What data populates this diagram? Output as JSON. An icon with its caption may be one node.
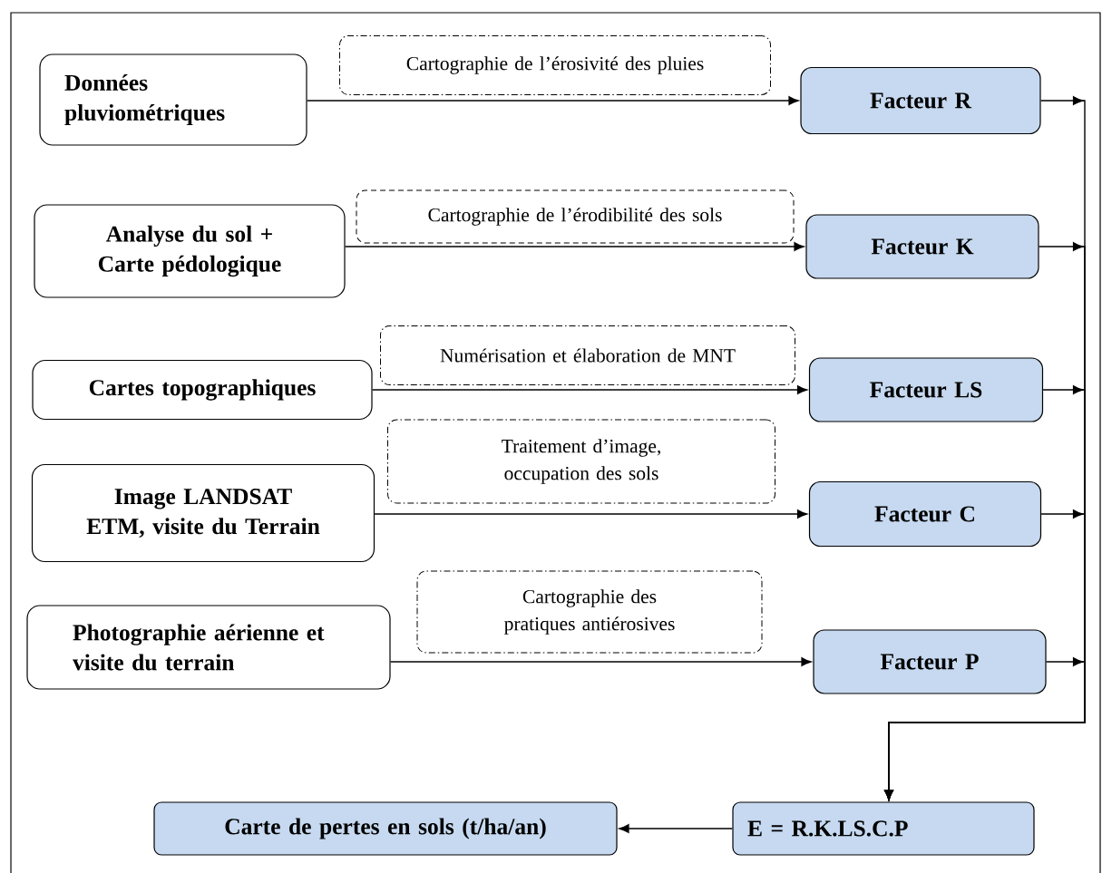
{
  "diagram": {
    "nodes": [
      {
        "text": [
          "Données pluviométriques"
        ]
      },
      {
        "text": [
          "Analyse du sol + Carte pédologique"
        ]
      },
      {
        "text": [
          "Cartes topographiques"
        ]
      },
      {
        "text": [
          "Image LANDSAT ETM, visite du Terrain"
        ]
      },
      {
        "text": [
          "Photographie aérienne et visite du terrain"
        ]
      },
      {
        "text": [
          "Cartographie de l’érosivité des pluies"
        ]
      },
      {
        "text": [
          "Cartographie de l’érodibilité des sols"
        ]
      },
      {
        "text": [
          "Numérisation et élaboration de MNT"
        ]
      },
      {
        "text": [
          "Traitement d’image, occupation des sols"
        ]
      },
      {
        "text": [
          "Cartographie des pratiques antiérosives"
        ]
      },
      {
        "text": [
          "Facteur R"
        ]
      },
      {
        "text": [
          "Facteur K"
        ]
      },
      {
        "text": [
          "Facteur LS"
        ]
      },
      {
        "text": [
          "Facteur C"
        ]
      },
      {
        "text": [
          "Facteur P"
        ]
      },
      {
        "text": [
          "E = R.K.LS.C.P"
        ]
      },
      {
        "text": [
          "Carte de pertes en sols (t/ha/an)"
        ]
      }
    ],
    "edges": [
      {
        "from": 0,
        "to": 10,
        "arrow": "to"
      },
      {
        "from": 1,
        "to": 11,
        "arrow": "to"
      },
      {
        "from": 2,
        "to": 12,
        "arrow": "to"
      },
      {
        "from": 3,
        "to": 13,
        "arrow": "to"
      },
      {
        "from": 4,
        "to": 14,
        "arrow": "to"
      },
      {
        "from": 10,
        "to": 15,
        "arrow": "to"
      },
      {
        "from": 11,
        "to": 15,
        "arrow": "to"
      },
      {
        "from": 12,
        "to": 15,
        "arrow": "to"
      },
      {
        "from": 13,
        "to": 15,
        "arrow": "to"
      },
      {
        "from": 14,
        "to": 15,
        "arrow": "to"
      },
      {
        "from": 15,
        "to": 16,
        "arrow": "to"
      }
    ]
  }
}
